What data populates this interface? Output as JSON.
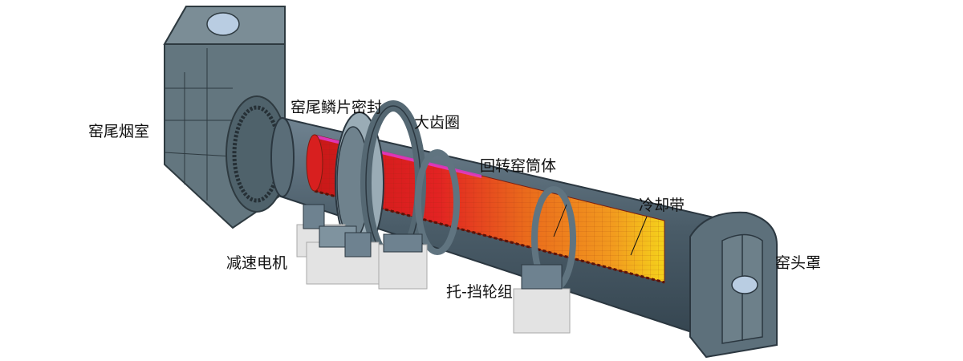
{
  "labels": {
    "tail_smoke_chamber": "窑尾烟室",
    "tail_scale_seal": "窑尾鳞片密封",
    "big_gear_ring": "大齿圈",
    "rotary_kiln_shell": "回转窑筒体",
    "cooling_zone": "冷却带",
    "kiln_hood": "窑头罩",
    "reducer_motor": "减速电机",
    "support_thrust_roller": "托-挡轮组"
  },
  "colors": {
    "steel": "#5b6e7a",
    "steel_dark": "#3e4f5a",
    "steel_light": "#8fa2ad",
    "hot_red": "#e02020",
    "hot_orange": "#ef7d1a",
    "cool_yellow": "#f5d21b",
    "base_block": "#e3e3e3"
  }
}
